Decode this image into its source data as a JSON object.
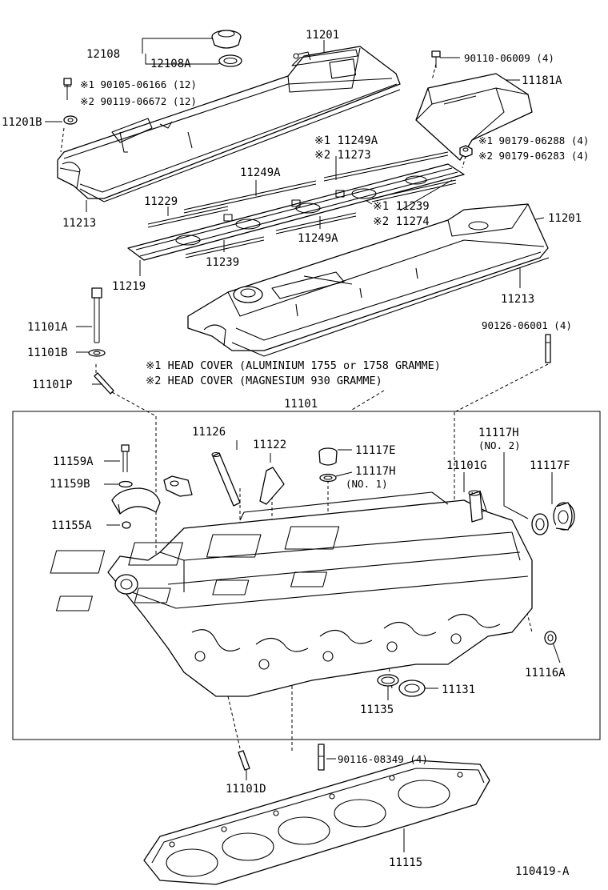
{
  "labels": [
    {
      "id": "l-12108",
      "text": "12108"
    },
    {
      "id": "l-12108A",
      "text": "12108A"
    },
    {
      "id": "l-11201-top",
      "text": "11201"
    },
    {
      "id": "l-90110",
      "text": "90110-06009 (4)"
    },
    {
      "id": "l-11181A",
      "text": "11181A"
    },
    {
      "id": "l-90105",
      "text": "※1 90105-06166 (12)"
    },
    {
      "id": "l-90119",
      "text": "※2 90119-06672 (12)"
    },
    {
      "id": "l-11201B",
      "text": "11201B"
    },
    {
      "id": "l-111249A",
      "text": "※1 11249A"
    },
    {
      "id": "l-211273",
      "text": "※2 11273"
    },
    {
      "id": "l-90179-1",
      "text": "※1 90179-06288 (4)"
    },
    {
      "id": "l-90179-2",
      "text": "※2 90179-06283 (4)"
    },
    {
      "id": "l-11249A-a",
      "text": "11249A"
    },
    {
      "id": "l-11229",
      "text": "11229"
    },
    {
      "id": "l-11239-a",
      "text": "※1 11239"
    },
    {
      "id": "l-11274",
      "text": "※2 11274"
    },
    {
      "id": "l-11213-l",
      "text": "11213"
    },
    {
      "id": "l-11201-r",
      "text": "11201"
    },
    {
      "id": "l-11249A-b",
      "text": "11249A"
    },
    {
      "id": "l-11239-b",
      "text": "11239"
    },
    {
      "id": "l-11219",
      "text": "11219"
    },
    {
      "id": "l-11213-r",
      "text": "11213"
    },
    {
      "id": "l-11101A",
      "text": "11101A"
    },
    {
      "id": "l-90126",
      "text": "90126-06001 (4)"
    },
    {
      "id": "l-11101B",
      "text": "11101B"
    },
    {
      "id": "l-11101P",
      "text": "11101P"
    },
    {
      "id": "l-11101",
      "text": "11101"
    },
    {
      "id": "l-11126",
      "text": "11126"
    },
    {
      "id": "l-11122",
      "text": "11122"
    },
    {
      "id": "l-11117E",
      "text": "11117E"
    },
    {
      "id": "l-11117H",
      "text": "11117H"
    },
    {
      "id": "l-no2",
      "text": "(NO. 2)"
    },
    {
      "id": "l-11159A",
      "text": "11159A"
    },
    {
      "id": "l-11117H-1",
      "text": "11117H"
    },
    {
      "id": "l-no1",
      "text": "(NO. 1)"
    },
    {
      "id": "l-11101G",
      "text": "11101G"
    },
    {
      "id": "l-11117F",
      "text": "11117F"
    },
    {
      "id": "l-11159B",
      "text": "11159B"
    },
    {
      "id": "l-11155A",
      "text": "11155A"
    },
    {
      "id": "l-11116A",
      "text": "11116A"
    },
    {
      "id": "l-11131",
      "text": "11131"
    },
    {
      "id": "l-11135",
      "text": "11135"
    },
    {
      "id": "l-90116",
      "text": "90116-08349 (4)"
    },
    {
      "id": "l-11101D",
      "text": "11101D"
    },
    {
      "id": "l-11115",
      "text": "11115"
    },
    {
      "id": "l-fig",
      "text": "110419-A"
    }
  ],
  "notes": {
    "note1": "※1 HEAD COVER (ALUMINIUM 1755 or 1758 GRAMME)",
    "note2": "※2 HEAD COVER (MAGNESIUM 930 GRAMME)"
  }
}
